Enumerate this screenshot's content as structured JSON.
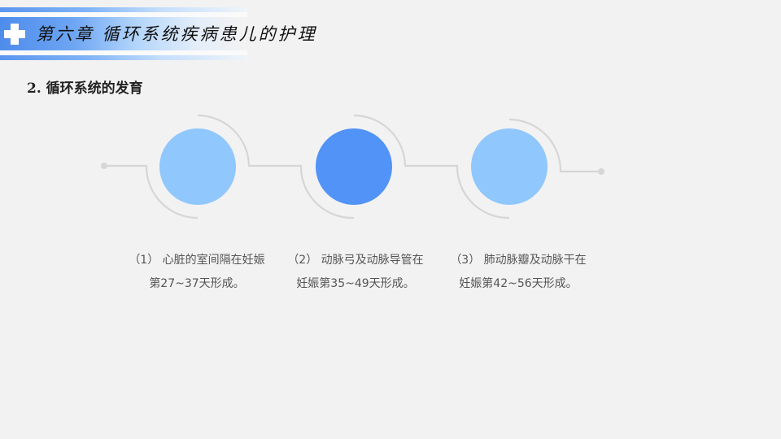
{
  "header": {
    "chapter_title": "第六章  循环系统疾病患儿的护理",
    "accent_color": "#4e8cec"
  },
  "section": {
    "title": "2. 循环系统的发育"
  },
  "timeline": {
    "nodes": [
      {
        "color": "#90c7fd",
        "text": "（1） 心脏的室间隔在妊娠第27~37天形成。"
      },
      {
        "color": "#5193f6",
        "text": "（2） 动脉弓及动脉导管在妊娠第35~49天形成。"
      },
      {
        "color": "#90c7fd",
        "text": "（3） 肺动脉瓣及动脉干在妊娠第42~56天形成。"
      }
    ],
    "connector_color": "#d6d6d6"
  }
}
